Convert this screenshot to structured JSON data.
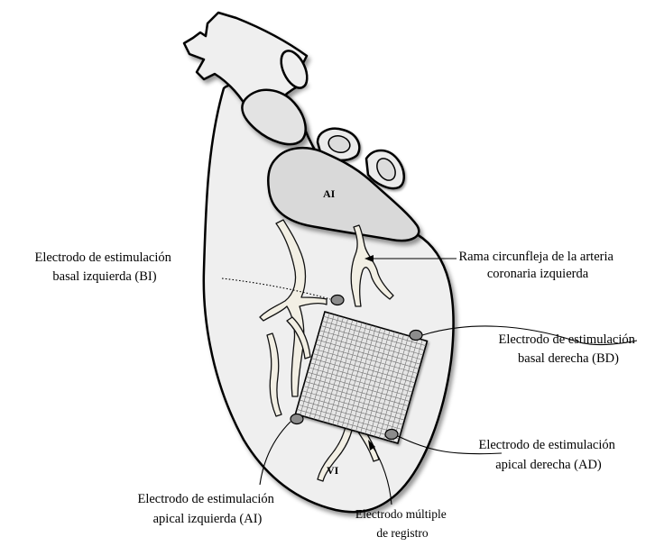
{
  "chambers": {
    "left_atrium": "AI",
    "left_ventricle": "VI"
  },
  "labels": {
    "circumflex": [
      "Rama circunfleja de la arteria",
      "coronaria izquierda"
    ],
    "basal_left": [
      "Electrodo de estimulación",
      "basal izquierda (BI)"
    ],
    "basal_right": [
      "Electrodo de estimulación",
      "basal derecha (BD)"
    ],
    "apical_right": [
      "Electrodo de estimulación",
      "apical derecha (AD)"
    ],
    "apical_left": [
      "Electrodo de estimulación",
      "apical izquierda (AI)"
    ],
    "multi_electrode": [
      "Electrodo múltiple",
      "de registro"
    ]
  },
  "colors": {
    "heart_fill": "#efefef",
    "atrium_fill": "#d9d9d9",
    "vessel_fill": "#f2efe4",
    "electrode_fill": "#8c8c8c",
    "grid_fill": "#e6e6e6",
    "grid_line": "#6f6f6f"
  }
}
